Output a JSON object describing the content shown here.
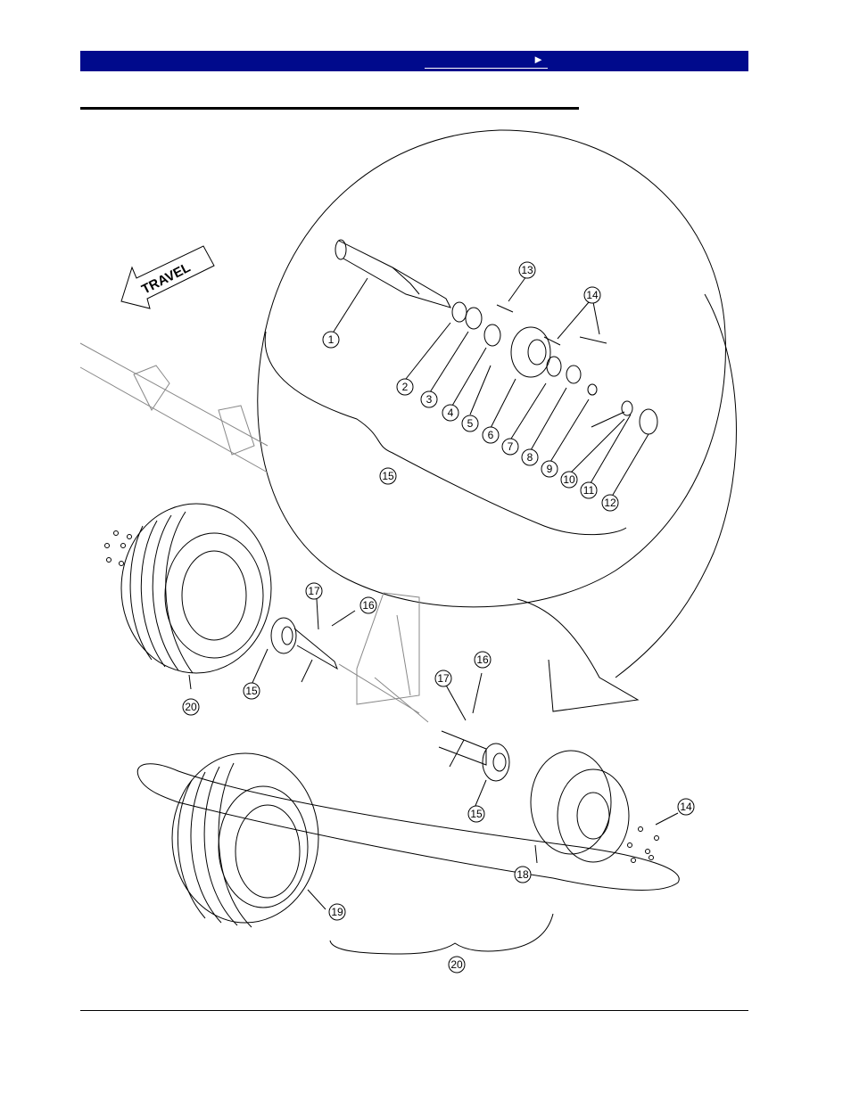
{
  "nav": {
    "arrow": "►",
    "link_label": ""
  },
  "diagram": {
    "travel_label": "TRAVEL",
    "callouts": [
      "1",
      "2",
      "3",
      "4",
      "5",
      "6",
      "7",
      "8",
      "9",
      "10",
      "11",
      "12",
      "13",
      "14",
      "14",
      "15",
      "15",
      "15",
      "16",
      "16",
      "17",
      "17",
      "18",
      "19",
      "20",
      "20"
    ]
  },
  "colors": {
    "nav_bar": "#000a8c",
    "line": "#000000"
  }
}
